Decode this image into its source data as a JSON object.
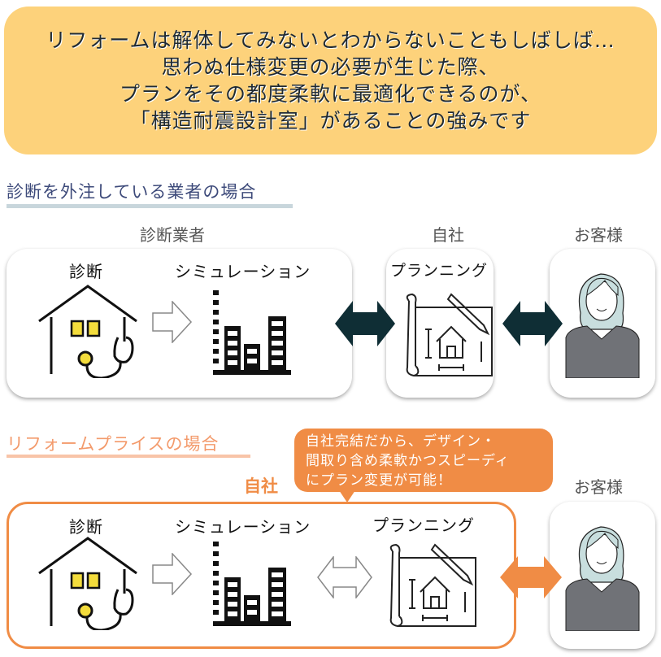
{
  "banner": {
    "lines": [
      "リフォームは解体してみないとわからないこともしばしば…",
      "思わぬ仕様変更の必要が生じた際、",
      "プランをその都度柔軟に最適化できるのが、",
      "「構造耐震設計室」があることの強みです"
    ]
  },
  "section1": {
    "heading": "診断を外注している業者の場合",
    "label_vendor": "診断業者",
    "label_company": "自社",
    "label_customer": "お客様",
    "step_diagnosis": "診断",
    "step_simulation": "シミュレーション",
    "step_planning": "プランニング"
  },
  "section2": {
    "heading": "リフォームプライスの場合",
    "label_company": "自社",
    "label_customer": "お客様",
    "callout": [
      "自社完結だから、デザイン・",
      "間取り含め柔軟かつスピーディ",
      "にプラン変更が可能！"
    ],
    "step_diagnosis": "診断",
    "step_simulation": "シミュレーション",
    "step_planning": "プランニング"
  },
  "colors": {
    "banner": "#fdd27b",
    "accent_orange": "#f08c45",
    "dark_arrow": "#0f2e35",
    "heading_blue": "#3d4a7a"
  }
}
